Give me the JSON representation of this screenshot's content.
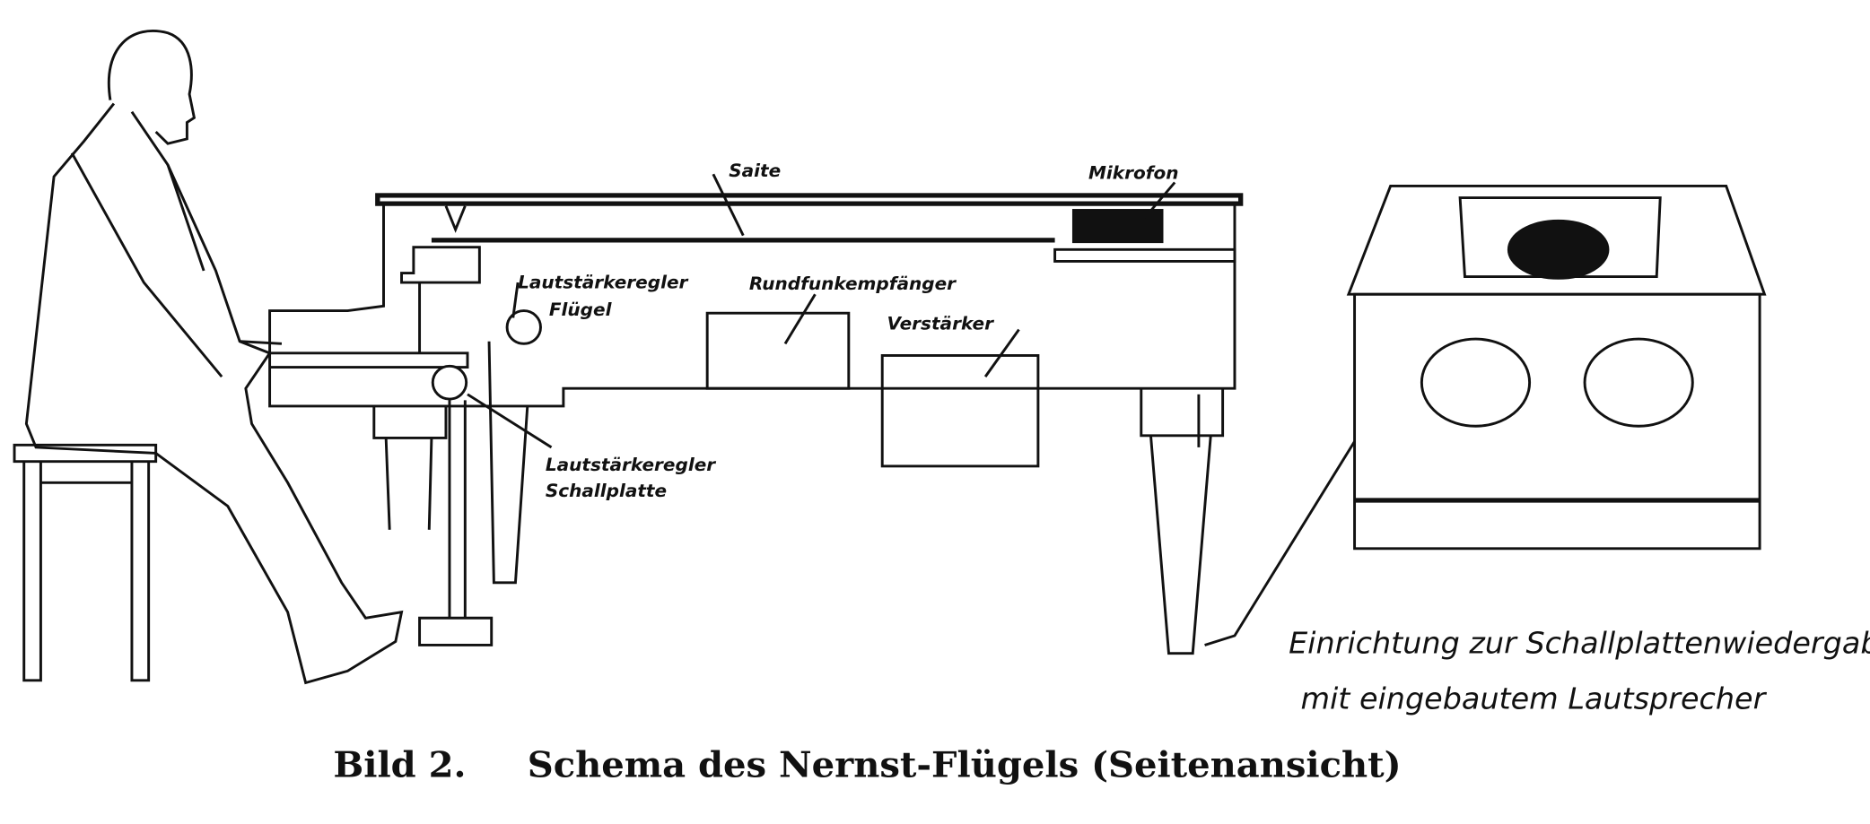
{
  "labels": {
    "saite": "Saite",
    "mikrofon": "Mikrofon",
    "regler_fluegel_1": "Lautstärkeregler",
    "regler_fluegel_2": "Flügel",
    "rundfunk": "Rundfunkempfänger",
    "verstaerker": "Verstärker",
    "regler_platte_1": "Lautstärkeregler",
    "regler_platte_2": "Schallplatte",
    "einrichtung_1": "Einrichtung zur Schallplattenwiedergabe",
    "einrichtung_2": "mit eingebautem Lautsprecher"
  },
  "caption": {
    "number": "Bild 2.",
    "text": "Schema des Nernst-Flügels (Seitenansicht)"
  }
}
